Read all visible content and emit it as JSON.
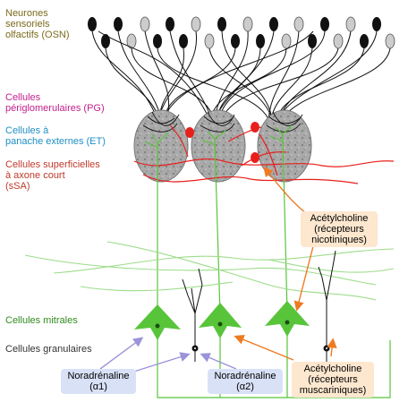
{
  "labels": {
    "osn": "Neurones\nsensoriels\nolfactifs (OSN)",
    "pg": "Cellules\npériglomerulaires (PG)",
    "et": "Cellules à\npanache externes (ET)",
    "ssa": "Cellules superficielles\nà axone court\n(sSA)",
    "ach_nic": "Acétylcholine\n(récepteurs\nnicotiniques)",
    "mitral": "Cellules mitrales",
    "granule": "Cellules granulaires",
    "nor_a1": "Noradrénaline\n(α1)",
    "nor_a2": "Noradrénaline\n(α2)",
    "ach_musc": "Acétylcholine\n(récepteurs\nmuscariniques)"
  },
  "colors": {
    "osn_text": "#7a6a1c",
    "pg_text": "#c2208e",
    "et_text": "#1f8fc4",
    "ssa_text": "#c0392b",
    "mitral_text": "#2e8b1e",
    "granule_text": "#333333",
    "nor_bg": "#d9e1f7",
    "ach_bg": "#fde7cf",
    "mitral_green": "#58c43a",
    "red": "#e8201c",
    "orange": "#ee7a22",
    "arrow_blue": "#9b94d8"
  }
}
